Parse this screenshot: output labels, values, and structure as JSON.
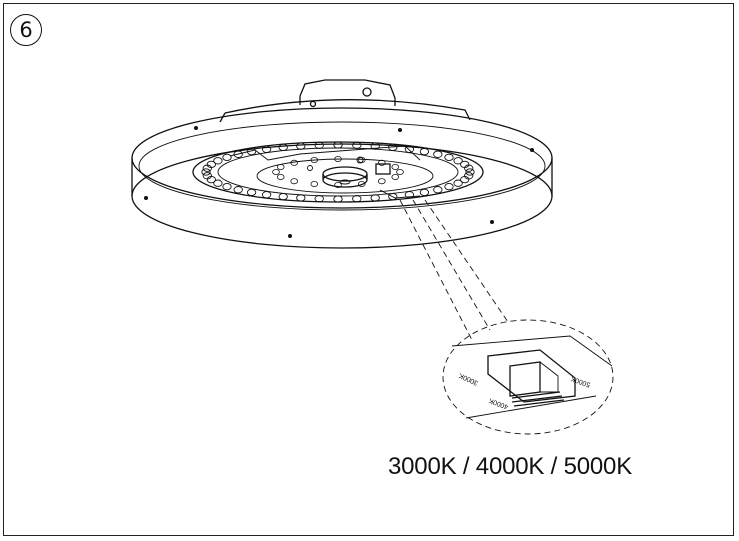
{
  "step_number": "6",
  "caption": "3000K / 4000K / 5000K",
  "switch_labels": [
    "3000K",
    "4000K",
    "5000K"
  ]
}
